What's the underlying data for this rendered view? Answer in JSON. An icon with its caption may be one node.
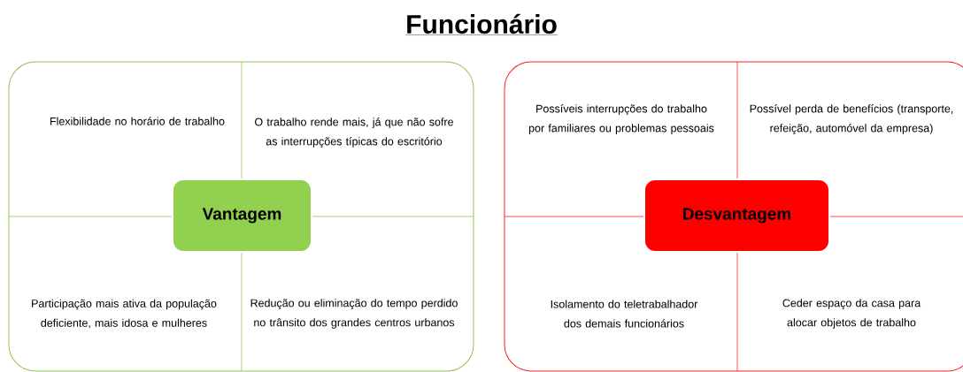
{
  "diagram": {
    "title": "Funcionário",
    "nodes": [
      {
        "text": [],
        "shape": "box"
      },
      {
        "text": [
          "Flexibilidade no horário de trabalho"
        ],
        "in": 0
      },
      {
        "text": [
          "O trabalho rende mais, já que não sofre as interrupções típicas do escritório"
        ],
        "in": 0
      },
      {
        "text": [
          "Participação mais ativa da população deficiente, mais idosa e mulheres"
        ],
        "in": 0
      },
      {
        "text": [
          "Redução ou eliminação do tempo perdido no trânsito dos grandes centros urbanos"
        ],
        "in": 0
      },
      {
        "text": [
          "Vantagem"
        ],
        "in": 0
      },
      {
        "text": [],
        "shape": "box"
      },
      {
        "text": [
          "Possíveis interrupções do trabalho por familiares ou problemas pessoais"
        ],
        "in": 6
      },
      {
        "text": [
          "Possível perda de benefícios (transporte, refeição, automóvel da empresa)"
        ],
        "in": 6
      },
      {
        "text": [
          "Isolamento do teletrabalhador dos demais funcionários"
        ],
        "in": 6
      },
      {
        "text": [
          "Ceder espaço da casa para alocar objetos de trabalho"
        ],
        "in": 6
      },
      {
        "text": [
          "Desvantagem"
        ],
        "in": 6
      }
    ]
  }
}
